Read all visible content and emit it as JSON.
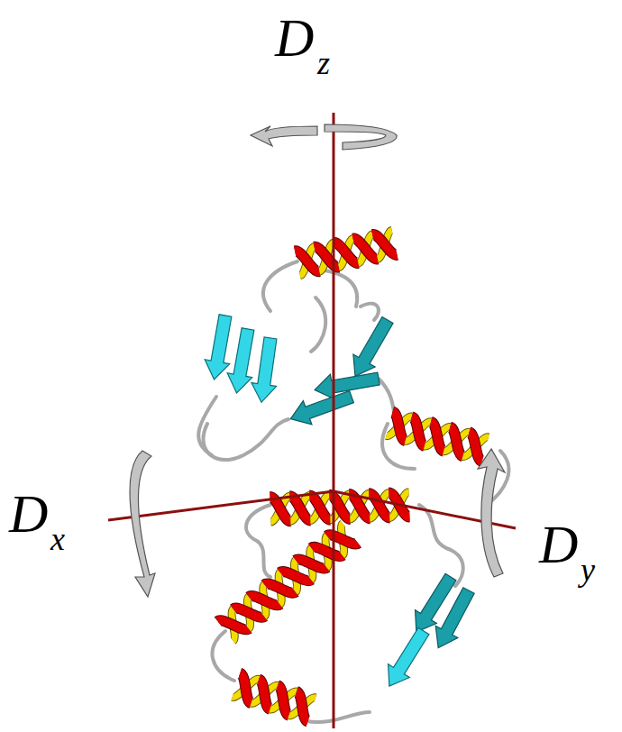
{
  "diagram": {
    "labels": [
      "D",
      "z",
      "D",
      "x",
      "D",
      "y"
    ]
  }
}
